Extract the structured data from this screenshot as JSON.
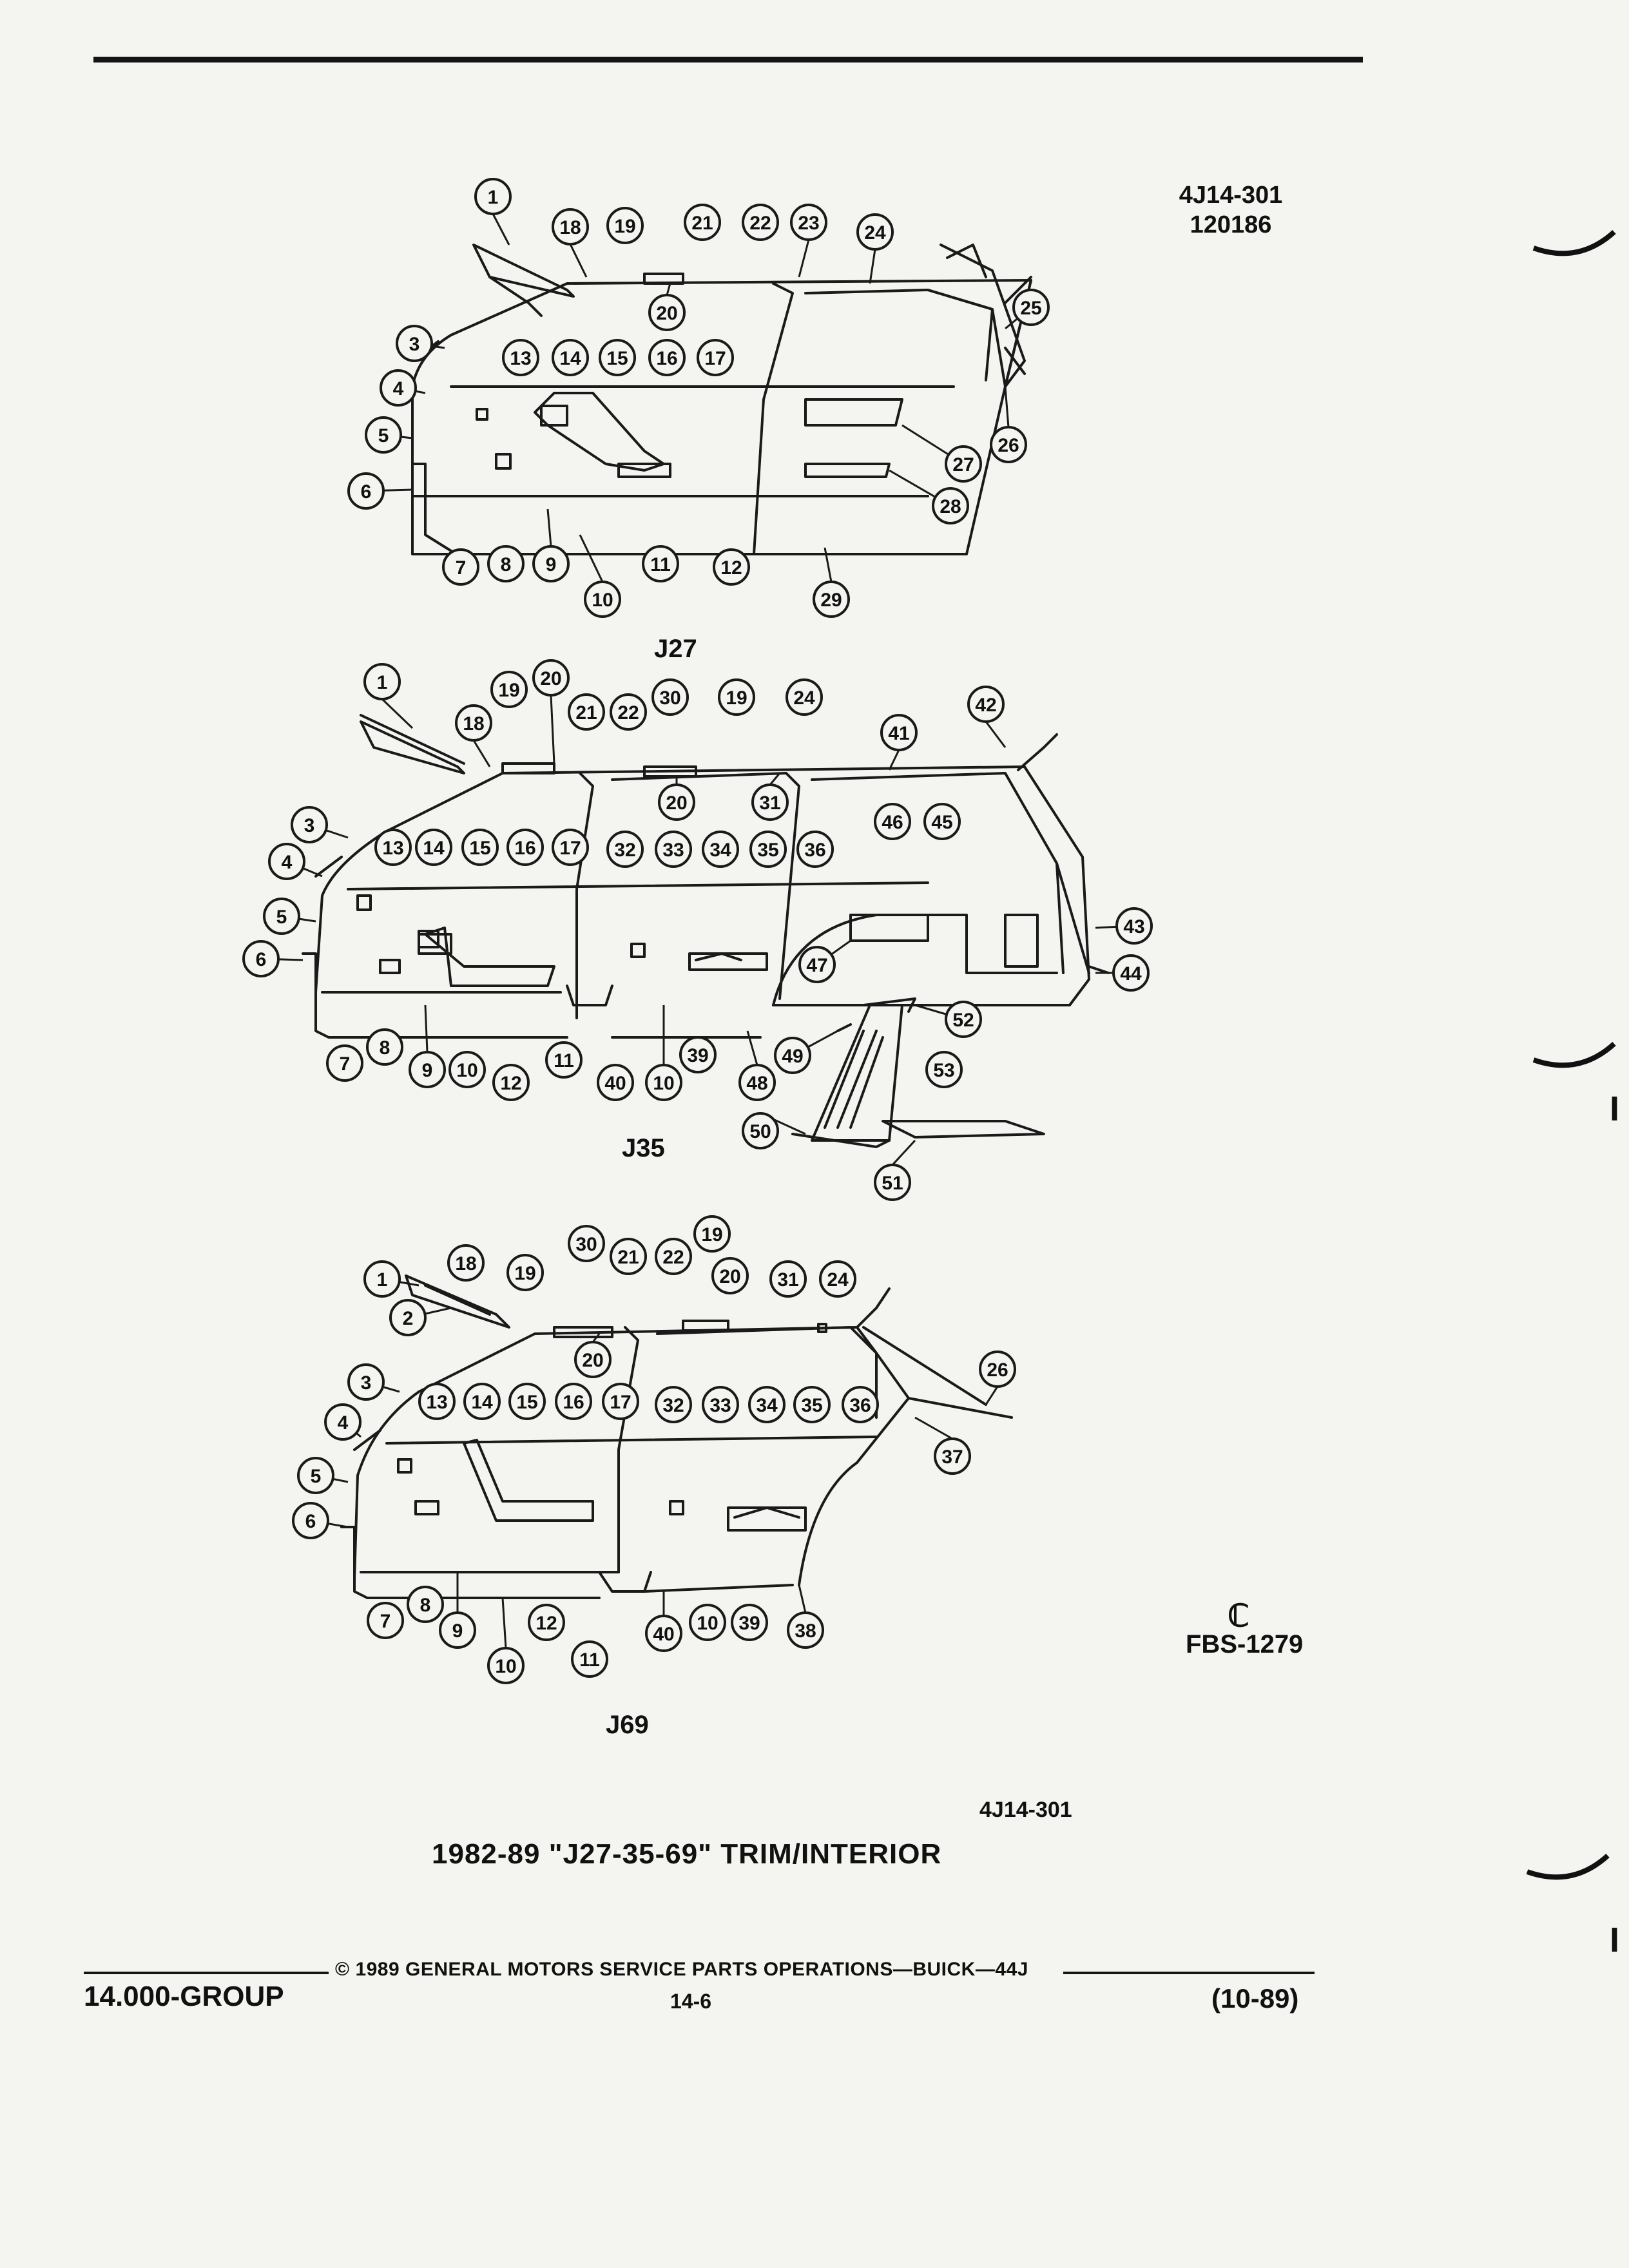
{
  "header": {
    "ref_code": "4J14-301",
    "ref_date": "120186"
  },
  "views": [
    {
      "label": "J27"
    },
    {
      "label": "J35"
    },
    {
      "label": "J69"
    }
  ],
  "fbs_code": "FBS-1279",
  "fbs_mark": "ℂ",
  "bottom_code": "4J14-301",
  "figure_title": "1982-89 \"J27-35-69\" TRIM/INTERIOR",
  "footer": {
    "copyright": "© 1989 GENERAL MOTORS SERVICE PARTS OPERATIONS—BUICK—44J",
    "group": "14.000-GROUP",
    "page": "14-6",
    "revision": "(10-89)"
  },
  "margin_marks": [
    "I",
    "I"
  ]
}
